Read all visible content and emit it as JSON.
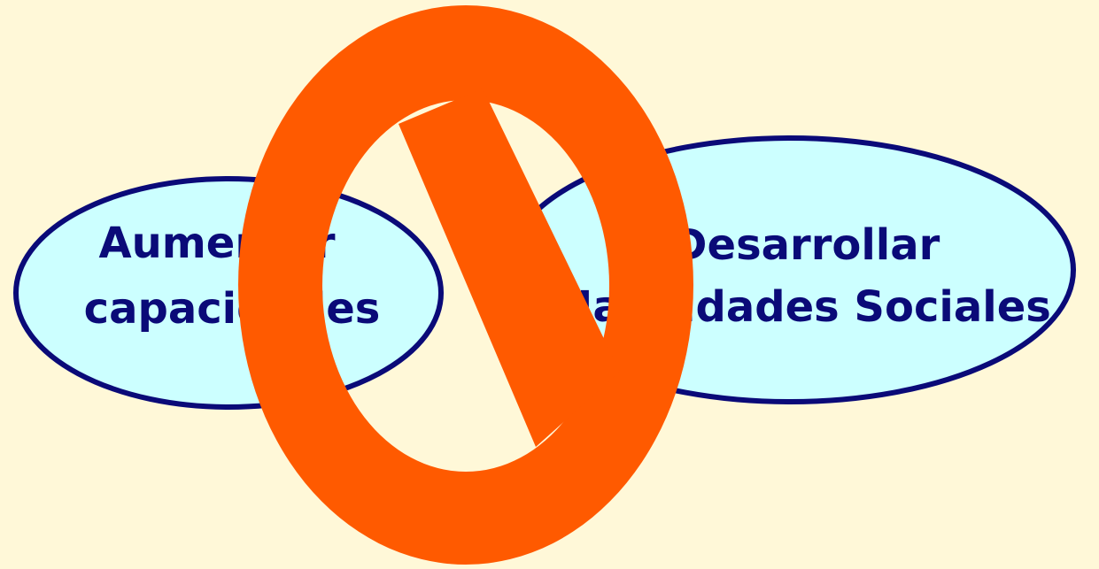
{
  "colors": {
    "background": "#fff8d8",
    "ellipse_fill": "#ccffff",
    "ellipse_stroke": "#0a0a78",
    "text": "#0a0a78",
    "prohibition_sign": "#ff5a00"
  },
  "left_ellipse": {
    "line1": "Aumentar",
    "line2": "capacidades"
  },
  "right_ellipse": {
    "line1": "Desarrollar",
    "line2": "Habilidades Sociales"
  },
  "overlay": {
    "icon": "prohibition-icon"
  }
}
